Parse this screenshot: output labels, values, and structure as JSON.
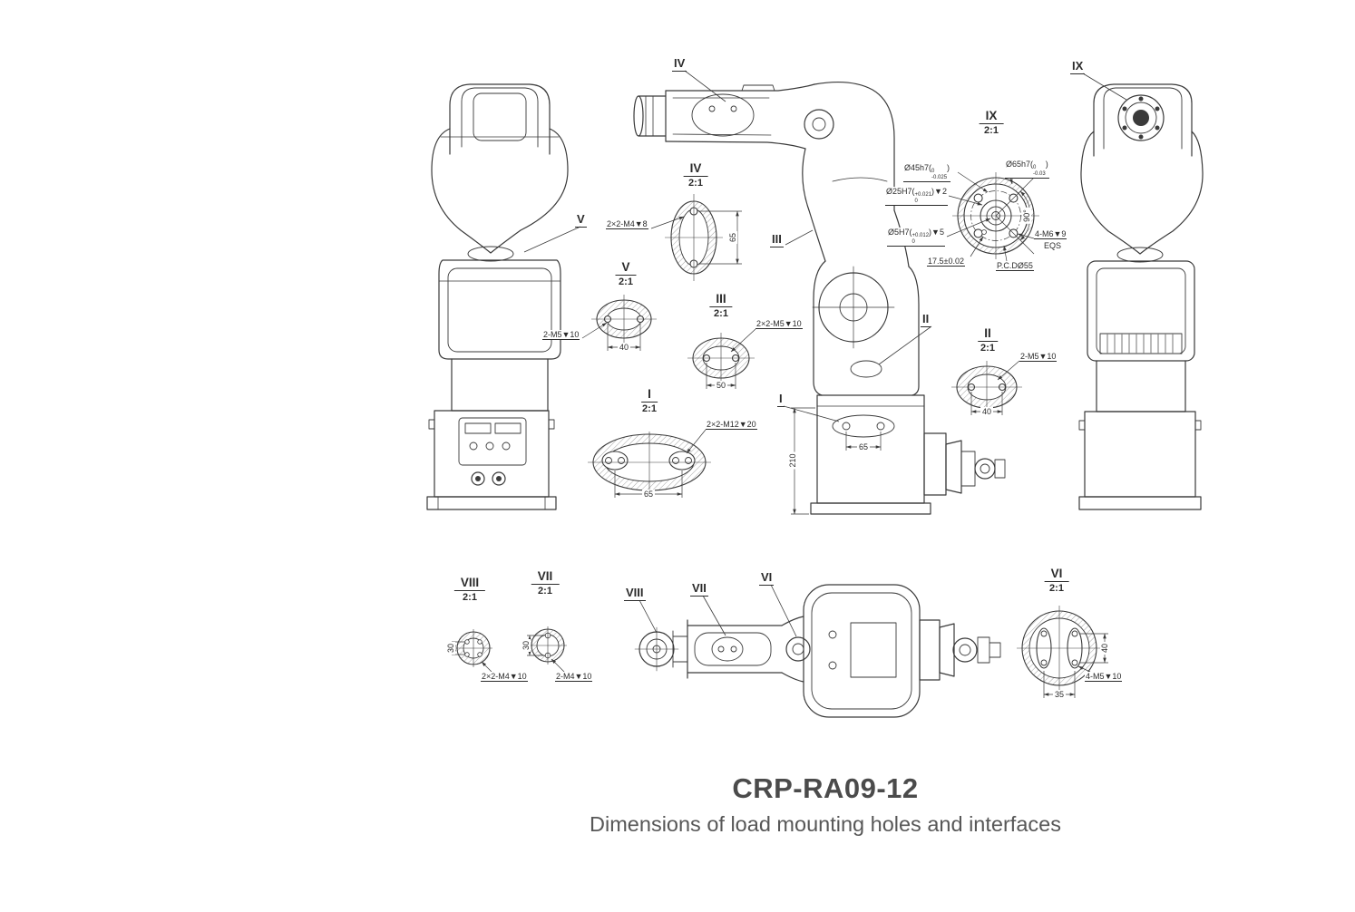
{
  "title": "CRP-RA09-12",
  "subtitle": "Dimensions of load mounting holes and interfaces",
  "callouts": {
    "i": "I",
    "ii": "II",
    "iii": "III",
    "iv": "IV",
    "v": "V",
    "vi": "VI",
    "vii": "VII",
    "viii": "VIII",
    "ix": "IX"
  },
  "details": {
    "ix": {
      "numeral": "IX",
      "scale": "2:1"
    },
    "iv": {
      "numeral": "IV",
      "scale": "2:1"
    },
    "v": {
      "numeral": "V",
      "scale": "2:1"
    },
    "iii": {
      "numeral": "III",
      "scale": "2:1"
    },
    "ii": {
      "numeral": "II",
      "scale": "2:1"
    },
    "i": {
      "numeral": "I",
      "scale": "2:1"
    },
    "viii": {
      "numeral": "VIII",
      "scale": "2:1"
    },
    "vii": {
      "numeral": "VII",
      "scale": "2:1"
    },
    "vi": {
      "numeral": "VI",
      "scale": "2:1"
    }
  },
  "threads": {
    "iv": "2×2-M4▼8",
    "v": "2-M5▼10",
    "iii": "2×2-M5▼10",
    "ii": "2-M5▼10",
    "i": "2×2-M12▼20",
    "viii": "2×2-M4▼10",
    "vii": "2-M4▼10",
    "vi": "4-M5▼10",
    "ix": "4-M6▼9",
    "ix_note": "EQS"
  },
  "ix_labels": {
    "d45": {
      "prefix": "Ø45h7(",
      "upper": "0",
      "lower": "-0.025",
      "suffix": ")"
    },
    "d65": {
      "prefix": "Ø65h7(",
      "upper": "0",
      "lower": "-0.03",
      "suffix": ")"
    },
    "d25": {
      "prefix": "Ø25H7(",
      "upper": "+0.021",
      "lower": "0",
      "suffix": ")▼2"
    },
    "d5": {
      "prefix": "Ø5H7(",
      "upper": "+0.012",
      "lower": "0",
      "suffix": ")▼5"
    },
    "pcd": "P.C.DØ55",
    "offset": "17.5±0.02",
    "angle": "90°"
  },
  "dims": {
    "iv_height": "65",
    "v_width": "40",
    "iii_width": "50",
    "ii_width": "40",
    "i_spacing": "65",
    "base_spacing": "65",
    "base_height": "210",
    "vi_height": "40",
    "vi_width": "35",
    "viii_width": "30",
    "vii_width": "30"
  },
  "colors": {
    "ink": "#3a3a3a",
    "title": "#4b4b4b",
    "subtitle": "#575757"
  }
}
